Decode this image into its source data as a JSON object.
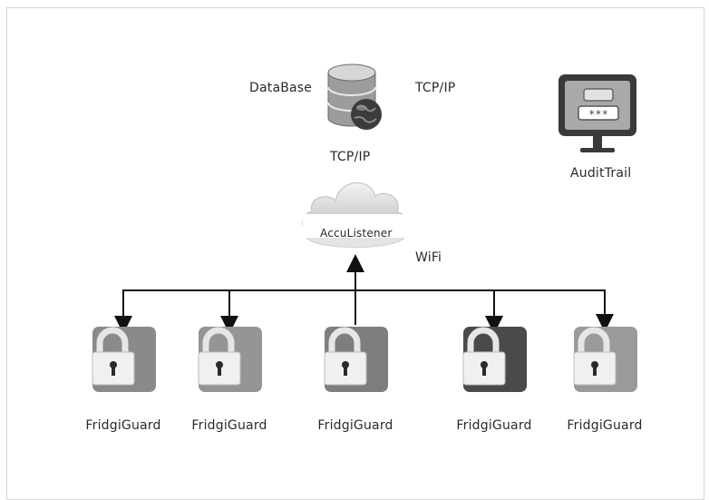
{
  "nodes": {
    "database": {
      "label": "DataBase"
    },
    "tcp_ip_top": {
      "label": "TCP/IP"
    },
    "tcp_ip_mid": {
      "label": "TCP/IP"
    },
    "audit_trail": {
      "label": "AuditTrail"
    },
    "acculistener": {
      "label": "AccuListener"
    },
    "wifi": {
      "label": "WiFi"
    }
  },
  "fridgiguards": [
    {
      "label": "FridgiGuard"
    },
    {
      "label": "FridgiGuard"
    },
    {
      "label": "FridgiGuard"
    },
    {
      "label": "FridgiGuard"
    },
    {
      "label": "FridgiGuard"
    }
  ],
  "icons": {
    "database": "database-globe-icon",
    "audit": "monitor-password-icon",
    "cloud": "cloud-icon",
    "lock": "padlock-icon"
  }
}
